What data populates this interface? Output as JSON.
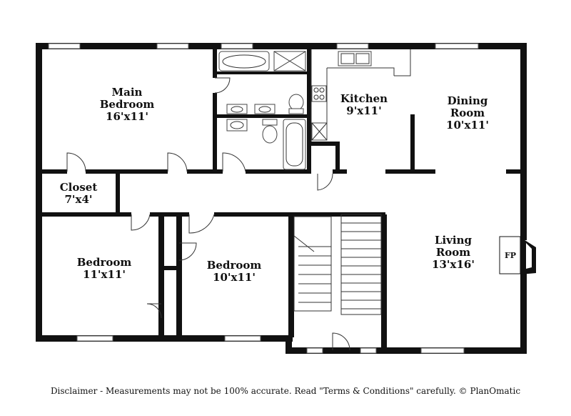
{
  "rooms": {
    "main_bedroom": {
      "name_line1": "Main",
      "name_line2": "Bedroom",
      "size": "16'x11'"
    },
    "kitchen": {
      "name": "Kitchen",
      "size": "9'x11'"
    },
    "dining_room": {
      "name_line1": "Dining",
      "name_line2": "Room",
      "size": "10'x11'"
    },
    "closet": {
      "name": "Closet",
      "size": "7'x4'"
    },
    "bedroom_left": {
      "name": "Bedroom",
      "size": "11'x11'"
    },
    "bedroom_middle": {
      "name": "Bedroom",
      "size": "10'x11'"
    },
    "living_room": {
      "name_line1": "Living",
      "name_line2": "Room",
      "size": "13'x16'"
    }
  },
  "fireplace_label": "FP",
  "disclaimer": "Disclaimer - Measurements may not be 100% accurate. Read \"Terms & Conditions\" carefully. © PlanOmatic"
}
